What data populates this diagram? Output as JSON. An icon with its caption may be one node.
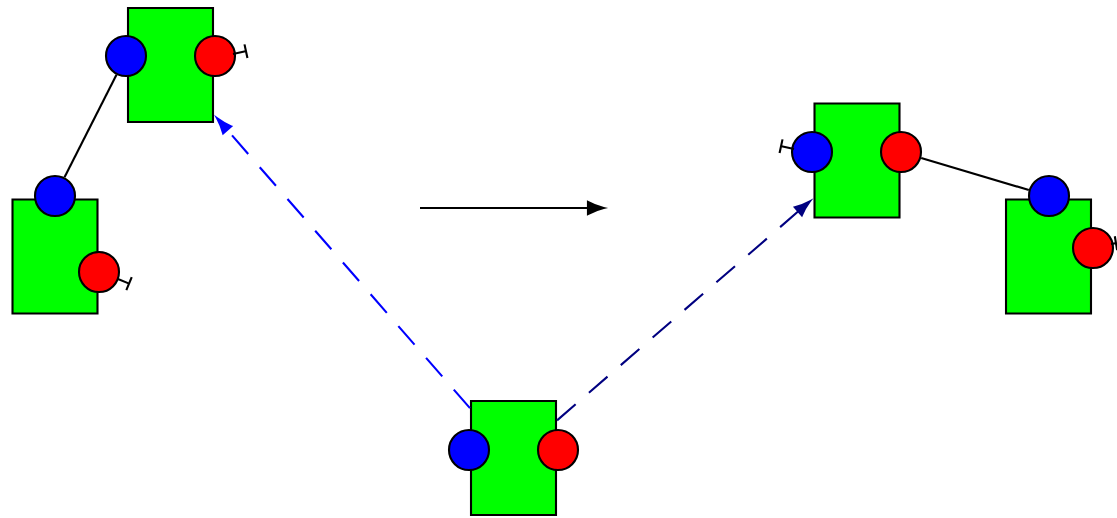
{
  "diagram": {
    "nodes": [
      {
        "text": [],
        "shape": "box"
      },
      {
        "text": [],
        "shape": "circle"
      },
      {
        "text": [],
        "shape": "circle"
      },
      {
        "text": [],
        "shape": "box"
      },
      {
        "text": [],
        "shape": "circle"
      },
      {
        "text": [],
        "shape": "circle"
      },
      {
        "text": [],
        "shape": "box"
      },
      {
        "text": [],
        "shape": "circle"
      },
      {
        "text": [],
        "shape": "circle"
      },
      {
        "text": [],
        "shape": "box"
      },
      {
        "text": [],
        "shape": "circle"
      },
      {
        "text": [],
        "shape": "circle"
      },
      {
        "text": [],
        "shape": "box"
      },
      {
        "text": [],
        "shape": "circle"
      },
      {
        "text": [],
        "shape": "circle"
      }
    ],
    "edges": [
      {
        "from": 1,
        "to": 4,
        "arrow": "none"
      },
      {
        "from": 8,
        "to": 10,
        "arrow": "none"
      },
      {
        "from": 12,
        "to": 0,
        "arrow": "to",
        "style": "dashed",
        "color": "#0000ff"
      },
      {
        "from": 12,
        "to": 6,
        "arrow": "to",
        "style": "dashed",
        "color": "#000080"
      }
    ]
  }
}
